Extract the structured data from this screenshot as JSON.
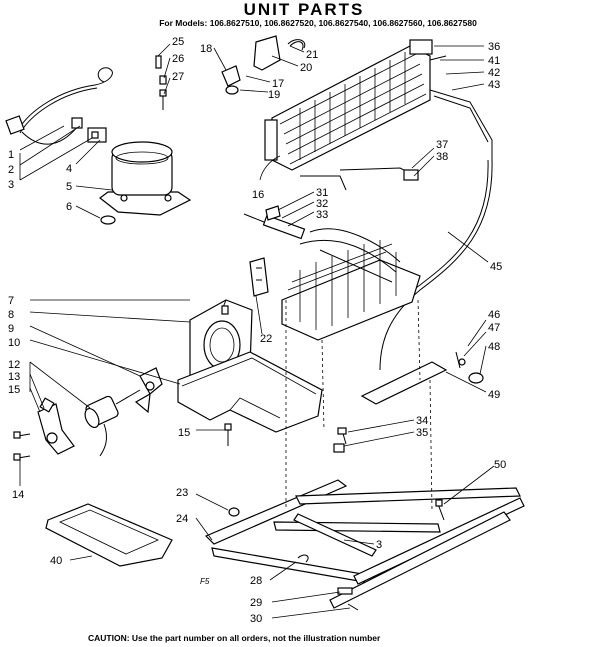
{
  "header": {
    "title": "UNIT PARTS",
    "models": "For Models: 106.8627510, 106.8627520, 106.8627540, 106.8627560, 106.8627580"
  },
  "footer": {
    "caution": "CAUTION: Use the part number on all orders, not the illustration number"
  },
  "figure_code": "F5",
  "callouts": {
    "c1": "1",
    "c2": "2",
    "c3": "3",
    "c3b": "3",
    "c4": "4",
    "c5": "5",
    "c6": "6",
    "c7": "7",
    "c8": "8",
    "c9": "9",
    "c10": "10",
    "c12": "12",
    "c13": "13",
    "c14": "14",
    "c15a": "15",
    "c15b": "15",
    "c16": "16",
    "c17": "17",
    "c18": "18",
    "c19": "19",
    "c20": "20",
    "c21": "21",
    "c22": "22",
    "c23": "23",
    "c24": "24",
    "c25": "25",
    "c26": "26",
    "c27": "27",
    "c28": "28",
    "c29": "29",
    "c30": "30",
    "c31": "31",
    "c32": "32",
    "c33": "33",
    "c34": "34",
    "c35": "35",
    "c36": "36",
    "c37": "37",
    "c38": "38",
    "c40": "40",
    "c41": "41",
    "c42": "42",
    "c43": "43",
    "c45": "45",
    "c46": "46",
    "c47": "47",
    "c48": "48",
    "c49": "49",
    "c50": "50"
  }
}
